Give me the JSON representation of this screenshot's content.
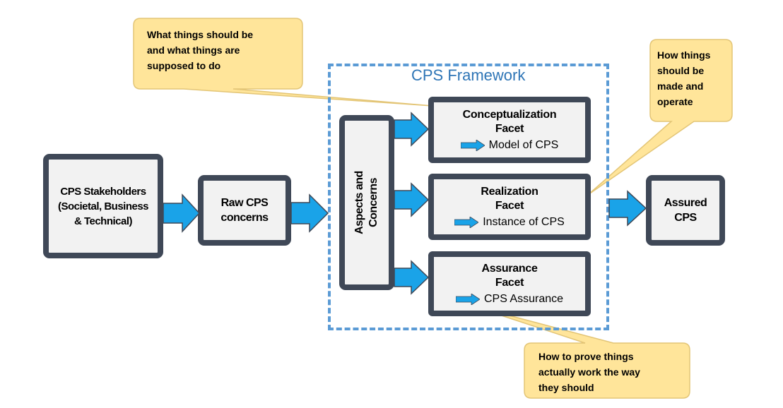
{
  "stakeholders": [
    "CPS Stakeholders",
    "(Societal, Business",
    "& Technical)"
  ],
  "raw_concerns": [
    "Raw CPS",
    "concerns"
  ],
  "aspects": [
    "Aspects and",
    "Concerns"
  ],
  "framework_title": "CPS Framework",
  "facets": [
    {
      "title": [
        "Conceptualization",
        "Facet"
      ],
      "sub": "Model of CPS"
    },
    {
      "title": [
        "Realization",
        "Facet"
      ],
      "sub": "Instance of CPS"
    },
    {
      "title": [
        "Assurance",
        "Facet"
      ],
      "sub": "CPS Assurance"
    }
  ],
  "assured": [
    "Assured",
    "CPS"
  ],
  "callouts": {
    "conceptualization": [
      "What things should be",
      "and what things are",
      "supposed to do"
    ],
    "realization": [
      "How things",
      "should be",
      "made and",
      "operate"
    ],
    "assurance": [
      "How to prove things",
      "actually work the way",
      "they should"
    ]
  },
  "colors": {
    "box_border": "#3f4857",
    "box_fill": "#f2f2f2",
    "arrow_fill": "#1aa3e8",
    "frame_dash": "#5b9bd5",
    "callout_fill": "#ffe59a",
    "callout_border": "#e3c576"
  }
}
